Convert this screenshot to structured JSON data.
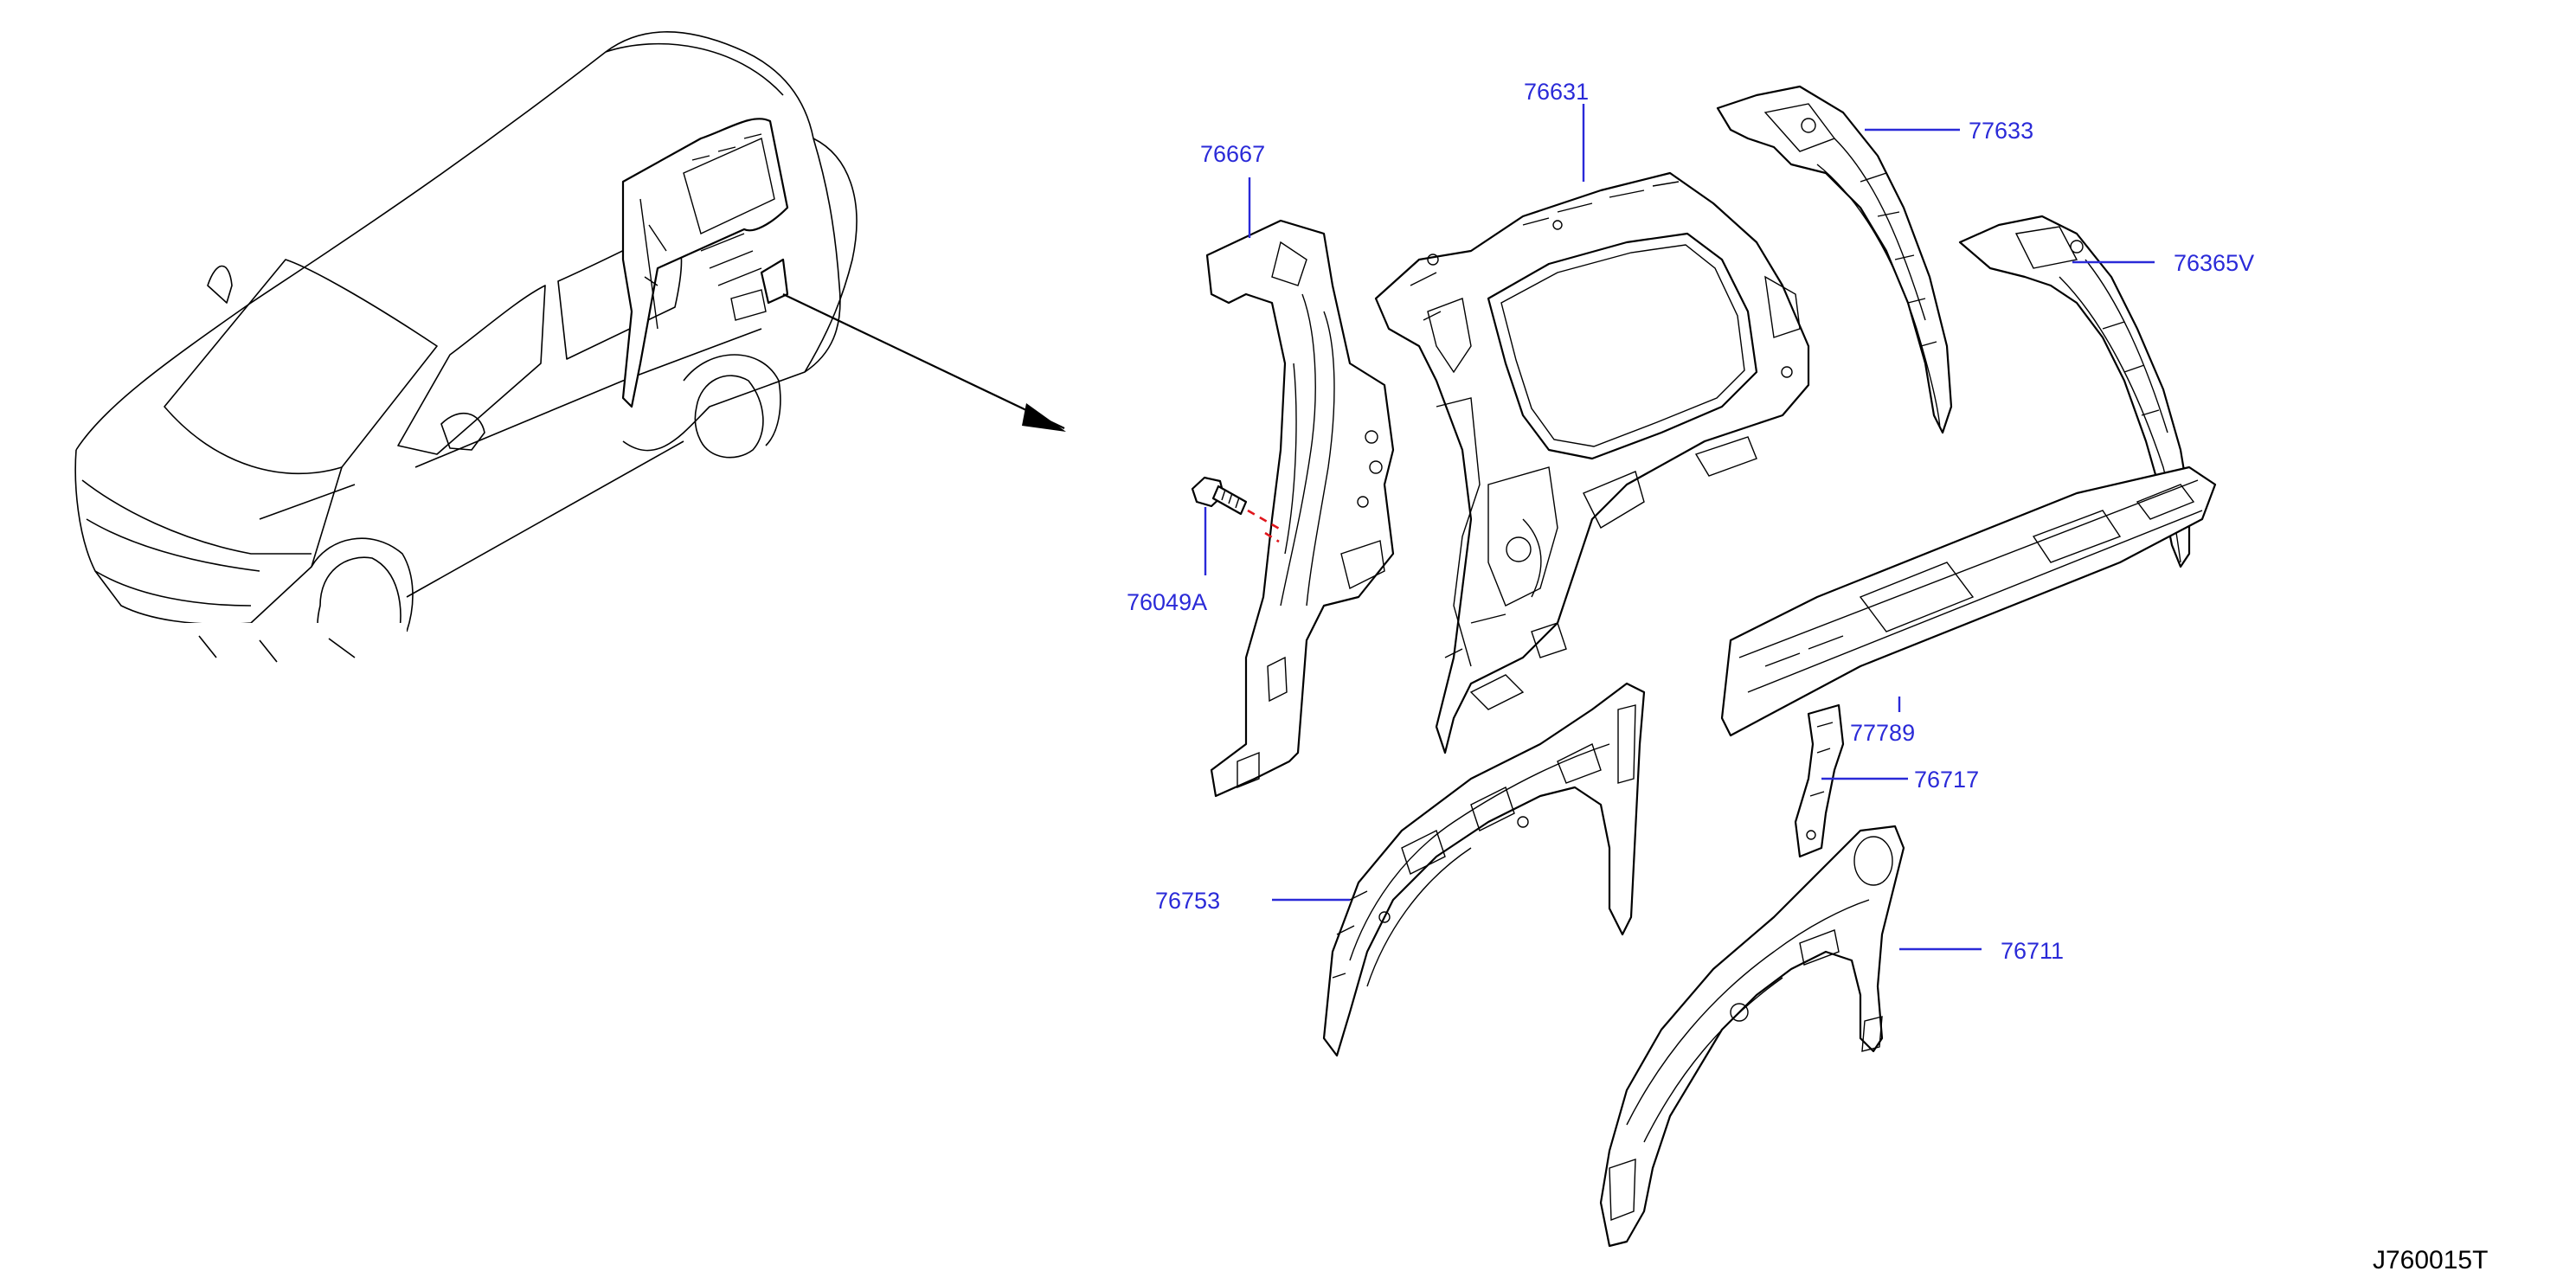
{
  "diagram": {
    "reference_code": "J760015T",
    "callouts": [
      {
        "id": "76667",
        "label": "76667"
      },
      {
        "id": "76631",
        "label": "76631"
      },
      {
        "id": "77633",
        "label": "77633"
      },
      {
        "id": "76365V",
        "label": "76365V"
      },
      {
        "id": "76049A",
        "label": "76049A"
      },
      {
        "id": "77789",
        "label": "77789"
      },
      {
        "id": "76717",
        "label": "76717"
      },
      {
        "id": "76753",
        "label": "76753"
      },
      {
        "id": "76711",
        "label": "76711"
      }
    ],
    "colors": {
      "label": "#2a2ad8",
      "line_art": "#000000",
      "fastener_path": "#e0161c",
      "background": "#ffffff"
    }
  }
}
